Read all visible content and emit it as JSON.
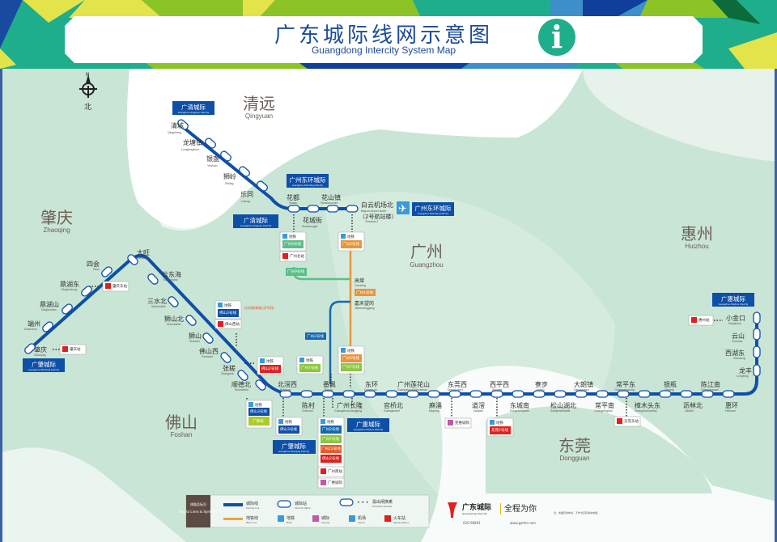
{
  "header": {
    "title_cn": "广东城际线网示意图",
    "title_en": "Guangdong Intercity System Map",
    "info_icon": "i"
  },
  "colors": {
    "intercity_line": "#0e4fa8",
    "metro_line": "#f0a040",
    "gz9": "#5bbf87",
    "gz3": "#e8953a",
    "gz2": "#1568b0",
    "gz7": "#8cc63f",
    "gz22": "#e85a2a",
    "fs2": "#e02020",
    "fs3": "#0e4fa8",
    "dg2": "#e02020",
    "gf": "#a9cc2a",
    "background": "#c9e5d5"
  },
  "compass": {
    "n": "N",
    "label": "北"
  },
  "cities": [
    {
      "cn": "清远",
      "en": "Qingyuan"
    },
    {
      "cn": "肇庆",
      "en": "Zhaoqing"
    },
    {
      "cn": "广州",
      "en": "Guangzhou"
    },
    {
      "cn": "惠州",
      "en": "Huizhou"
    },
    {
      "cn": "佛山",
      "en": "Foshan"
    },
    {
      "cn": "东莞",
      "en": "Dongguan"
    }
  ],
  "line_badges": {
    "guangqing_1": {
      "cn": "广清城际",
      "en": "Guangzhou-Qingyuan Intercity"
    },
    "guangqing_2": {
      "cn": "广清城际",
      "en": "Guangzhou-Qingyuan Intercity"
    },
    "dhcj_1": {
      "cn": "广州东环城际",
      "en": "Guangzhou East Ring Intercity"
    },
    "dhcj_2": {
      "cn": "广州东环城际",
      "en": "Guangzhou East Ring Intercity"
    },
    "guangzhao_1": {
      "cn": "广肇城际",
      "en": "Guangzhou-Zhaoqing Intercity"
    },
    "guangzhao_2": {
      "cn": "广肇城际",
      "en": "Guangzhou-Zhaoqing Intercity"
    },
    "guanghui_1": {
      "cn": "广惠城际",
      "en": "Guangzhou-Huizhou Intercity"
    },
    "guanghui_2": {
      "cn": "广惠城际",
      "en": "Guangzhou-Huizhou Intercity"
    }
  },
  "stations": {
    "qingcheng": {
      "cn": "清城",
      "en": "Qingcheng"
    },
    "longtangzhen": {
      "cn": "龙塘镇",
      "en": "Longtangzhen"
    },
    "yinzhan": {
      "cn": "银盏",
      "en": "Yinzhan"
    },
    "shiling": {
      "cn": "狮岭",
      "en": "Shiling"
    },
    "letong": {
      "cn": "乐同",
      "en": "Letong"
    },
    "huadu": {
      "cn": "花都",
      "en": "Huadu"
    },
    "huachengjie": {
      "cn": "花城街",
      "en": "Huachengjie"
    },
    "huashanzhen": {
      "cn": "花山镇",
      "en": "Huashanzhen"
    },
    "baiyun": {
      "cn": "白云机场北",
      "en": "Baiyun Airport North",
      "sub": "（2号航站楼）",
      "sub_en": "Terminal 2"
    },
    "gaozeng": {
      "cn": "高增",
      "en": "Gaozeng"
    },
    "jiahewanggang": {
      "cn": "嘉禾望岗",
      "en": "Jiahewanggang"
    },
    "zhaoqing": {
      "cn": "肇庆",
      "en": "Zhaoqing"
    },
    "duanzhou": {
      "cn": "端州",
      "en": "Duanzhou"
    },
    "dinghushan": {
      "cn": "鼎湖山",
      "en": "Dinghushan"
    },
    "dinghudong": {
      "cn": "鼎湖东",
      "en": "Dinghudong"
    },
    "sihui": {
      "cn": "四会",
      "en": "Sihui"
    },
    "dawang": {
      "cn": "大旺",
      "en": "Dawang"
    },
    "yundonghai": {
      "cn": "云东海",
      "en": "Yundonghai"
    },
    "sanshuibei": {
      "cn": "三水北",
      "en": "Sanshuibei"
    },
    "shishanbei": {
      "cn": "狮山北",
      "en": "Shishanbei"
    },
    "shishan": {
      "cn": "狮山",
      "en": "Shishan"
    },
    "foshanxi": {
      "cn": "佛山西",
      "en": "Foshanxi"
    },
    "zhangcha": {
      "cn": "张槎",
      "en": "Zhangcha"
    },
    "shundebei": {
      "cn": "顺德北",
      "en": "Shundebei"
    },
    "beijiaoxi": {
      "cn": "北滘西",
      "en": "Beijiaoxi"
    },
    "chencun": {
      "cn": "陈村",
      "en": "Chencun"
    },
    "panyu": {
      "cn": "番禺",
      "en": "Panyu"
    },
    "guangzhouchanglong": {
      "cn": "广州长隆",
      "en": "Guangzhouchanglong"
    },
    "donghuan": {
      "cn": "东环",
      "en": "Donghuan"
    },
    "guanqiaobei": {
      "cn": "官桥北",
      "en": "Guanqiaobei"
    },
    "lianhuashan": {
      "cn": "广州莲花山",
      "en": "Guangzhoulianhuashan"
    },
    "mayong": {
      "cn": "麻涌",
      "en": "Mayong"
    },
    "dongguanxi": {
      "cn": "东莞西",
      "en": "Dongguanxi"
    },
    "daojiao": {
      "cn": "道滘",
      "en": "Daojiao"
    },
    "xipingxi": {
      "cn": "西平西",
      "en": "Xipingxi"
    },
    "dongchengnan": {
      "cn": "东城南",
      "en": "Dongchengnan"
    },
    "liaobu": {
      "cn": "寮步",
      "en": "Liaobu"
    },
    "songshanhubei": {
      "cn": "松山湖北",
      "en": "Songshanhubei"
    },
    "dalangzhen": {
      "cn": "大朗镇",
      "en": "Dalangzhen"
    },
    "changpingnan": {
      "cn": "常平南",
      "en": "Changpingnan"
    },
    "changpingdong": {
      "cn": "常平东",
      "en": "Changpingdong"
    },
    "zhangmutoudong": {
      "cn": "樟木头东",
      "en": "Zhangmutoudong"
    },
    "yinping": {
      "cn": "银瓶",
      "en": "Yinping"
    },
    "lilinbei": {
      "cn": "沥林北",
      "en": "Lilinbei"
    },
    "chenjiangnan": {
      "cn": "陈江南",
      "en": "Chenjiangnan"
    },
    "huihuan": {
      "cn": "惠环",
      "en": "Huihuan"
    },
    "longfeng": {
      "cn": "龙丰",
      "en": "Longfeng"
    },
    "xihudong": {
      "cn": "西湖东",
      "en": "Xihudong"
    },
    "yunshan": {
      "cn": "云山",
      "en": "Yunshan"
    },
    "xiaojinkou": {
      "cn": "小金口",
      "en": "Xiaojinkou"
    }
  },
  "transfer_boxes": {
    "metro": "地铁",
    "gz9": "广州9号线",
    "gz3": "广州3号线",
    "gz1": "广州1号线",
    "gz2": "广州2号线",
    "gz7": "广州7号线",
    "gz22": "广州22号线",
    "fs2": "佛山2号线",
    "fs3": "佛山3号线",
    "gf": "广佛线",
    "dg2": "东莞2号线",
    "gzbei": "广州北站",
    "fsxi": "佛山西站",
    "zqdong": "肇庆东站",
    "zq": "肇庆站",
    "gznan": "广州南站",
    "ghcj": "广惠城际",
    "dghcj": "莞惠城际",
    "dgdong": "东莞东站",
    "hz": "惠州站",
    "fsxi_note": "（出站换乘佛山2号线）"
  },
  "legend": {
    "title_cn": "线路及标识",
    "title_en": "Key to Lines & Symbols",
    "items": [
      {
        "cn": "城际线",
        "en": "Intercity Line"
      },
      {
        "cn": "城际站",
        "en": "Intercity Station"
      },
      {
        "cn": "需出闸换乘",
        "en": "Exit before Transfer"
      },
      {
        "cn": "地铁线",
        "en": "Metro Line"
      },
      {
        "cn": "地铁",
        "en": "Metro"
      },
      {
        "cn": "城际",
        "en": "Intercity"
      },
      {
        "cn": "机场",
        "en": "Airport"
      },
      {
        "cn": "火车站",
        "en": "Railway Station"
      }
    ]
  },
  "footer": {
    "brand_cn": "广东城际",
    "brand_en": "Guangdong Intercity",
    "slogan": "全程为你",
    "hotline": "020-96891",
    "website": "www.gzmtr.com",
    "note": "注：本图仅供参考，不作为实际乘车依据。"
  }
}
